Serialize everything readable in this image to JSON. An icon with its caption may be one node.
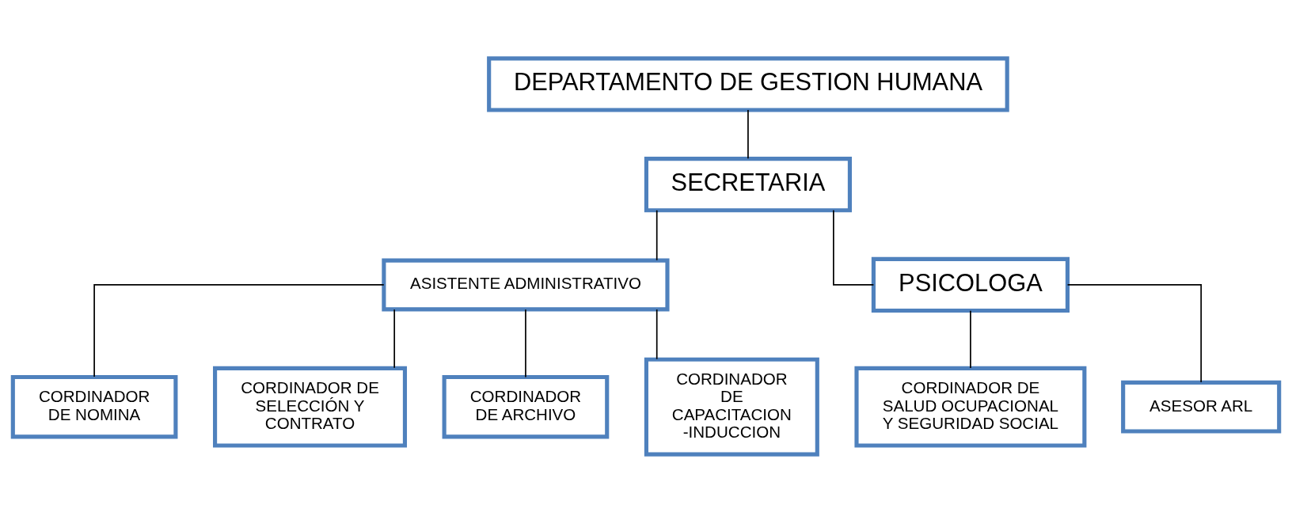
{
  "diagram": {
    "nodes": [
      {
        "text": [
          "DEPARTAMENTO DE GESTION HUMANA"
        ]
      },
      {
        "text": [
          "SECRETARIA"
        ]
      },
      {
        "text": [
          "ASISTENTE ADMINISTRATIVO"
        ]
      },
      {
        "text": [
          "PSICOLOGA"
        ]
      },
      {
        "text": [
          "CORDINADOR DE NOMINA"
        ]
      },
      {
        "text": [
          "CORDINADOR DE SELECCIÓN Y CONTRATO"
        ]
      },
      {
        "text": [
          "CORDINADOR DE ARCHIVO"
        ]
      },
      {
        "text": [
          "CORDINADOR DE CAPACITACION -INDUCCION"
        ]
      },
      {
        "text": [
          "CORDINADOR DE SALUD OCUPACIONAL Y SEGURIDAD SOCIAL"
        ]
      },
      {
        "text": [
          "ASESOR ARL"
        ]
      }
    ],
    "edges": [
      {
        "from": 0,
        "to": 1,
        "arrow": "none"
      },
      {
        "from": 1,
        "to": 2,
        "arrow": "none"
      },
      {
        "from": 1,
        "to": 3,
        "arrow": "none"
      },
      {
        "from": 2,
        "to": 4,
        "arrow": "none"
      },
      {
        "from": 2,
        "to": 5,
        "arrow": "none"
      },
      {
        "from": 2,
        "to": 6,
        "arrow": "none"
      },
      {
        "from": 2,
        "to": 7,
        "arrow": "none"
      },
      {
        "from": 3,
        "to": 8,
        "arrow": "none"
      },
      {
        "from": 3,
        "to": 9,
        "arrow": "none"
      }
    ]
  }
}
